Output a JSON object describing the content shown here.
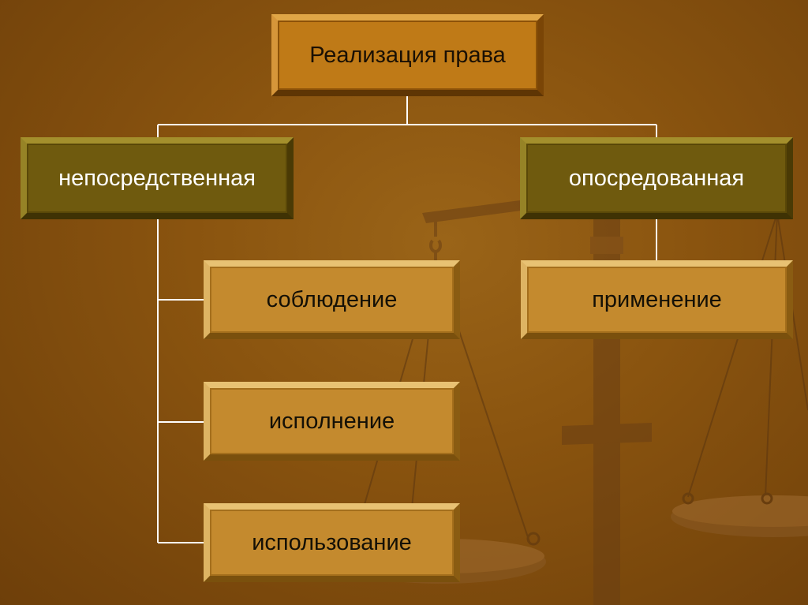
{
  "root": {
    "label": "Реализация права"
  },
  "branches": [
    {
      "label": "непосредственная"
    },
    {
      "label": "опосредованная"
    }
  ],
  "direct_forms": [
    {
      "label": "соблюдение"
    },
    {
      "label": "исполнение"
    },
    {
      "label": "использование"
    }
  ],
  "mediated_forms": [
    {
      "label": "применение"
    }
  ],
  "colors": {
    "background": "#8a540f",
    "root_box": "#bf7a17",
    "branch_box": "#6f5a0e",
    "form_box": "#c48a2e",
    "connector": "#ffffff"
  },
  "background_image": "scales-of-justice"
}
